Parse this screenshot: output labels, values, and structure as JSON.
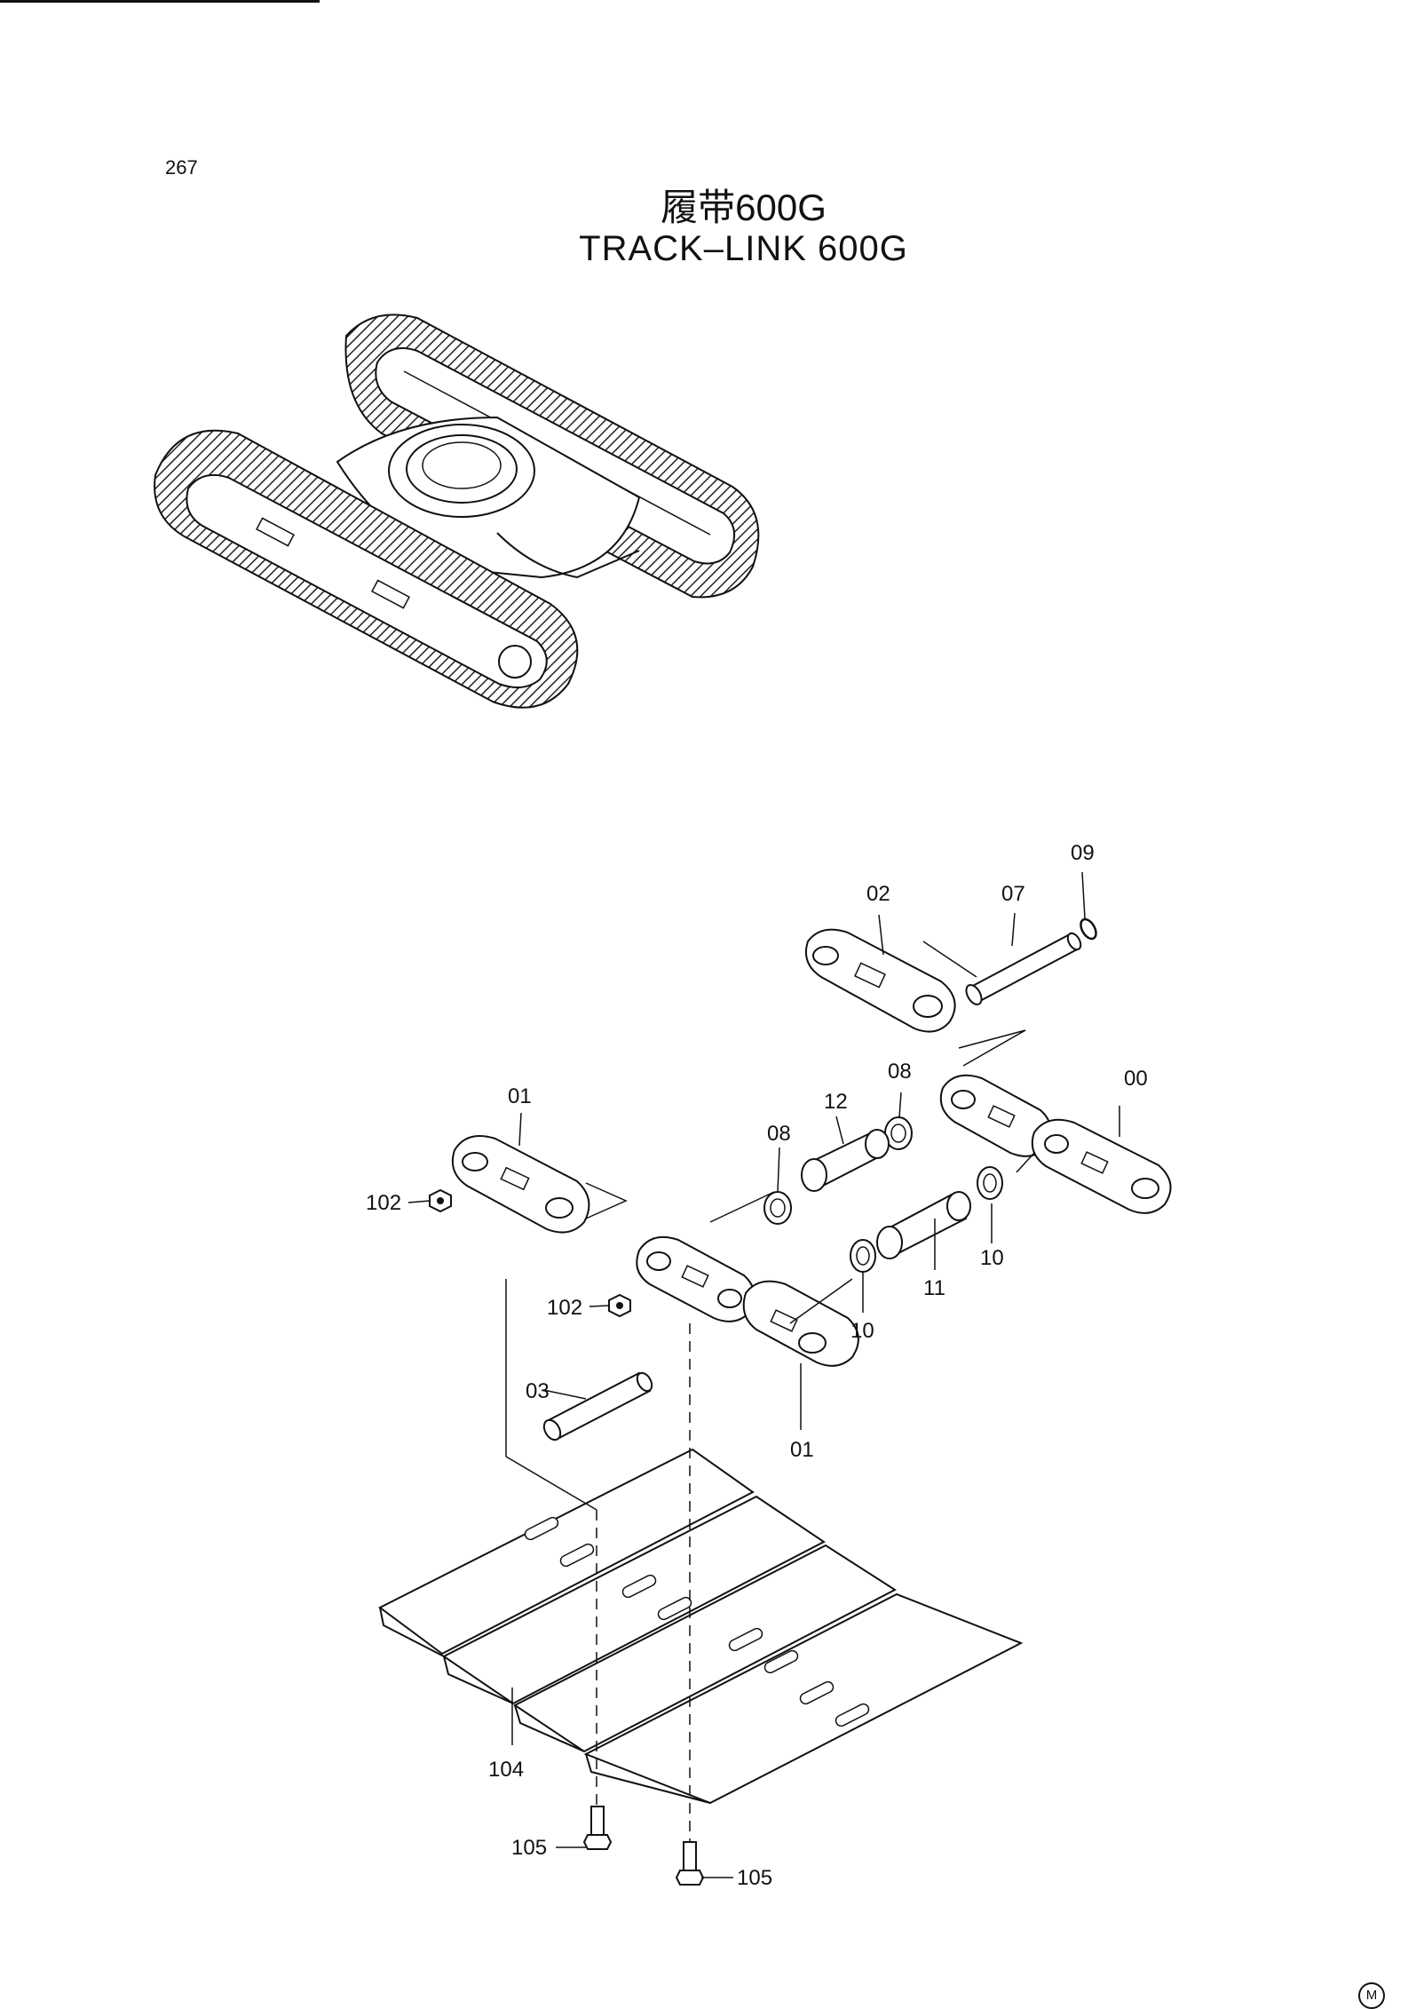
{
  "page": {
    "number": "267",
    "corner_mark": "M"
  },
  "title": {
    "cn": "履带600G",
    "en": "TRACK–LINK  600G"
  },
  "callouts": {
    "c00": "00",
    "c01a": "01",
    "c01b": "01",
    "c02": "02",
    "c03": "03",
    "c07": "07",
    "c08a": "08",
    "c08b": "08",
    "c09": "09",
    "c10a": "10",
    "c10b": "10",
    "c11": "11",
    "c12": "12",
    "c102a": "102",
    "c102b": "102",
    "c104": "104",
    "c105a": "105",
    "c105b": "105"
  }
}
